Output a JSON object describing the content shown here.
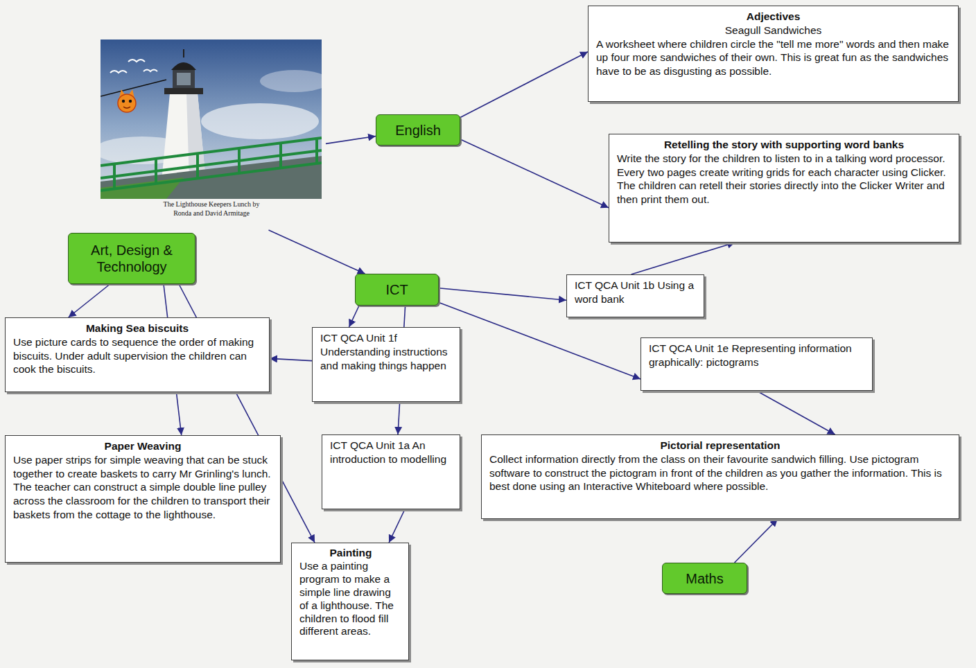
{
  "diagram": {
    "nodes": [
      {
        "text": [
          "The Lighthouse Keepers Lunch by Ronda and David Armitage"
        ]
      },
      {
        "text": [
          "Adjectives",
          "Seagull Sandwiches",
          "A worksheet where children circle the \"tell me more\" words and then make up four more sandwiches of their own. This is great fun as the sandwiches have to be as disgusting as possible."
        ]
      },
      {
        "text": [
          "English"
        ]
      },
      {
        "text": [
          "Retelling the story with supporting word banks",
          "Write the story for the children to listen to in a talking word processor. Every two pages create writing grids for each character using Clicker. The children can retell their stories directly into the Clicker Writer and then print them out."
        ]
      },
      {
        "text": [
          "Art, Design & Technology"
        ]
      },
      {
        "text": [
          "ICT"
        ]
      },
      {
        "text": [
          "ICT QCA Unit 1b Using a word bank"
        ]
      },
      {
        "text": [
          "Making Sea biscuits",
          "Use picture cards to sequence the order of making biscuits. Under adult supervision the children can cook the biscuits."
        ]
      },
      {
        "text": [
          "ICT QCA Unit 1f Understanding instructions and making things happen"
        ]
      },
      {
        "text": [
          "ICT QCA Unit 1e Representing information graphically: pictograms"
        ]
      },
      {
        "text": [
          "Paper Weaving",
          "Use paper strips for simple weaving that can be stuck together to create baskets to carry Mr Grinling's lunch. The teacher can construct a simple double line pulley across the classroom for the children to transport their baskets from the cottage to the lighthouse."
        ]
      },
      {
        "text": [
          "ICT QCA Unit 1a An introduction to modelling"
        ]
      },
      {
        "text": [
          "Pictorial representation",
          "Collect information directly from the class on their favourite sandwich filling. Use pictogram software to construct the pictogram in front of the children as you gather the information. This is best done using an Interactive Whiteboard where possible."
        ]
      },
      {
        "text": [
          "Painting",
          "Use a painting program to make a simple line drawing of a lighthouse. The children to flood fill different areas."
        ]
      },
      {
        "text": [
          "Maths"
        ]
      }
    ],
    "edges": [
      {
        "from": 0,
        "to": 2,
        "arrow": "to"
      },
      {
        "from": 0,
        "to": 5,
        "arrow": "to"
      },
      {
        "from": 2,
        "to": 1,
        "arrow": "to"
      },
      {
        "from": 2,
        "to": 3,
        "arrow": "to"
      },
      {
        "from": 5,
        "to": 6,
        "arrow": "to"
      },
      {
        "from": 6,
        "to": 3,
        "arrow": "to"
      },
      {
        "from": 5,
        "to": 8,
        "arrow": "to"
      },
      {
        "from": 5,
        "to": 11,
        "arrow": "to"
      },
      {
        "from": 5,
        "to": 9,
        "arrow": "to"
      },
      {
        "from": 8,
        "to": 7,
        "arrow": "to"
      },
      {
        "from": 4,
        "to": 7,
        "arrow": "to"
      },
      {
        "from": 4,
        "to": 10,
        "arrow": "to"
      },
      {
        "from": 4,
        "to": 13,
        "arrow": "to"
      },
      {
        "from": 11,
        "to": 13,
        "arrow": "to"
      },
      {
        "from": 9,
        "to": 12,
        "arrow": "to"
      },
      {
        "from": 14,
        "to": 12,
        "arrow": "to"
      }
    ]
  }
}
